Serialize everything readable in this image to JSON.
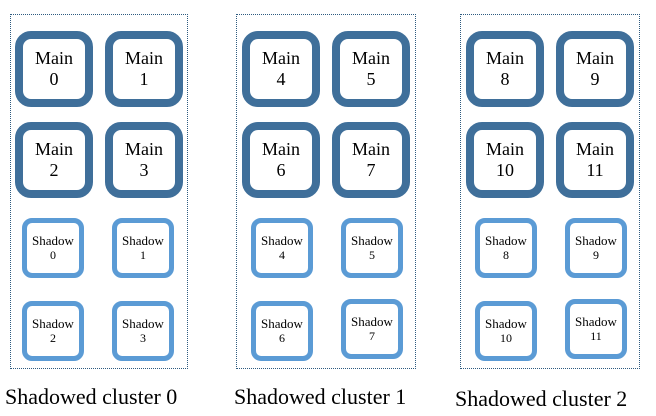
{
  "clusters": [
    {
      "caption": "Shadowed cluster 0",
      "main": [
        {
          "label": "Main",
          "num": "0"
        },
        {
          "label": "Main",
          "num": "1"
        },
        {
          "label": "Main",
          "num": "2"
        },
        {
          "label": "Main",
          "num": "3"
        }
      ],
      "shadow": [
        {
          "label": "Shadow",
          "num": "0"
        },
        {
          "label": "Shadow",
          "num": "1"
        },
        {
          "label": "Shadow",
          "num": "2"
        },
        {
          "label": "Shadow",
          "num": "3"
        }
      ]
    },
    {
      "caption": "Shadowed cluster 1",
      "main": [
        {
          "label": "Main",
          "num": "4"
        },
        {
          "label": "Main",
          "num": "5"
        },
        {
          "label": "Main",
          "num": "6"
        },
        {
          "label": "Main",
          "num": "7"
        }
      ],
      "shadow": [
        {
          "label": "Shadow",
          "num": "4"
        },
        {
          "label": "Shadow",
          "num": "5"
        },
        {
          "label": "Shadow",
          "num": "6"
        },
        {
          "label": "Shadow",
          "num": "7"
        }
      ]
    },
    {
      "caption": "Shadowed cluster 2",
      "main": [
        {
          "label": "Main",
          "num": "8"
        },
        {
          "label": "Main",
          "num": "9"
        },
        {
          "label": "Main",
          "num": "10"
        },
        {
          "label": "Main",
          "num": "11"
        }
      ],
      "shadow": [
        {
          "label": "Shadow",
          "num": "8"
        },
        {
          "label": "Shadow",
          "num": "9"
        },
        {
          "label": "Shadow",
          "num": "10"
        },
        {
          "label": "Shadow",
          "num": "11"
        }
      ]
    }
  ],
  "colors": {
    "main_border": "#3f6f9a",
    "shadow_border": "#5b9bd5",
    "cluster_border": "#2e5b80"
  }
}
